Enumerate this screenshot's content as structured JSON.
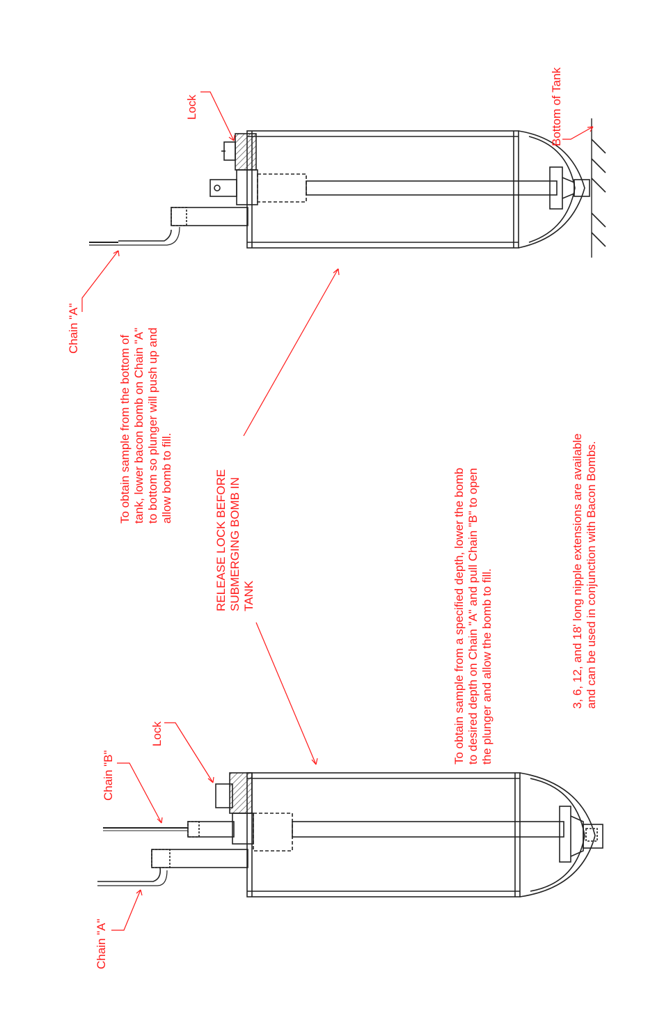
{
  "labels": {
    "chain_a_right": "Chain \"A\"",
    "lock_right": "Lock",
    "bottom_of_tank": "Bottom of Tank",
    "bottom_instructions": [
      "To obtain sample from the bottom of",
      "tank, lower bacon bomb on Chain \"A\"",
      "to bottom so plunger will push up and",
      "allow bomb to fill."
    ],
    "release_lock": [
      "RELEASE LOCK BEFORE",
      "SUBMERGING BOMB IN",
      "TANK"
    ],
    "depth_instructions": [
      "To obtain sample from a specified depth, lower the bomb",
      "to desired depth on Chain \"A\" and pull Chain \"B\" to open",
      "the plunger and allow the bomb to fill."
    ],
    "extensions_note": [
      "3, 6, 12, and 18' long nipple extensions are available",
      "and can be used in conjunction with Bacon Bombs."
    ],
    "chain_a_left": "Chain \"A\"",
    "chain_b_left": "Chain \"B\"",
    "lock_left": "Lock"
  },
  "colors": {
    "annotation": "#ff1a1a",
    "drawing": "#222222"
  }
}
